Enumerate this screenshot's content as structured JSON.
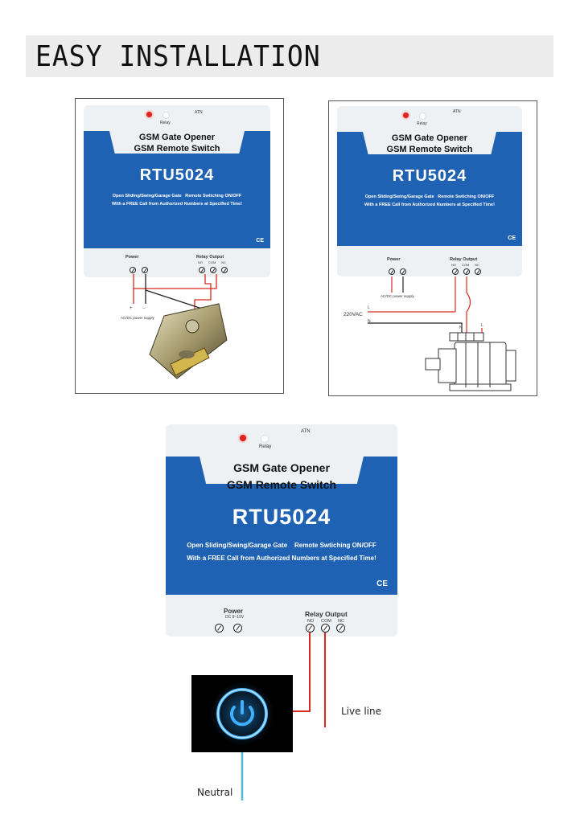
{
  "header": {
    "title": "EASY INSTALLATION"
  },
  "device": {
    "atn": "ATN",
    "relay": "Relay",
    "line1": "GSM Gate Opener",
    "line2": "GSM Remote Switch",
    "model": "RTU5024",
    "desc_left": "Open Sliding/Swing/Garage Gate",
    "desc_right": "Remote Swtiching ON/OFF",
    "desc_2": "With a FREE Call from Authorized Numbers at Specified Time!",
    "ce": "CE",
    "power_label": "Power",
    "power_sub": "DC 9~15V",
    "relay_output": "Relay Output",
    "no": "NO",
    "com": "COM",
    "nc": "NC",
    "plus": "+",
    "minus": "−"
  },
  "diagram1": {
    "supply": "AC/DC power supply"
  },
  "diagram2": {
    "supply": "AC/DC power supply",
    "voltage": "220VAC",
    "l": "L",
    "n": "N",
    "motor_n": "N",
    "motor_l": "L"
  },
  "diagram3": {
    "live": "Live line",
    "neutral": "Neutral"
  },
  "colors": {
    "blue": "#1f62b4",
    "wire_red": "#d9281f",
    "wire_blue": "#5ab4d8",
    "glow": "#2aa0ff"
  }
}
